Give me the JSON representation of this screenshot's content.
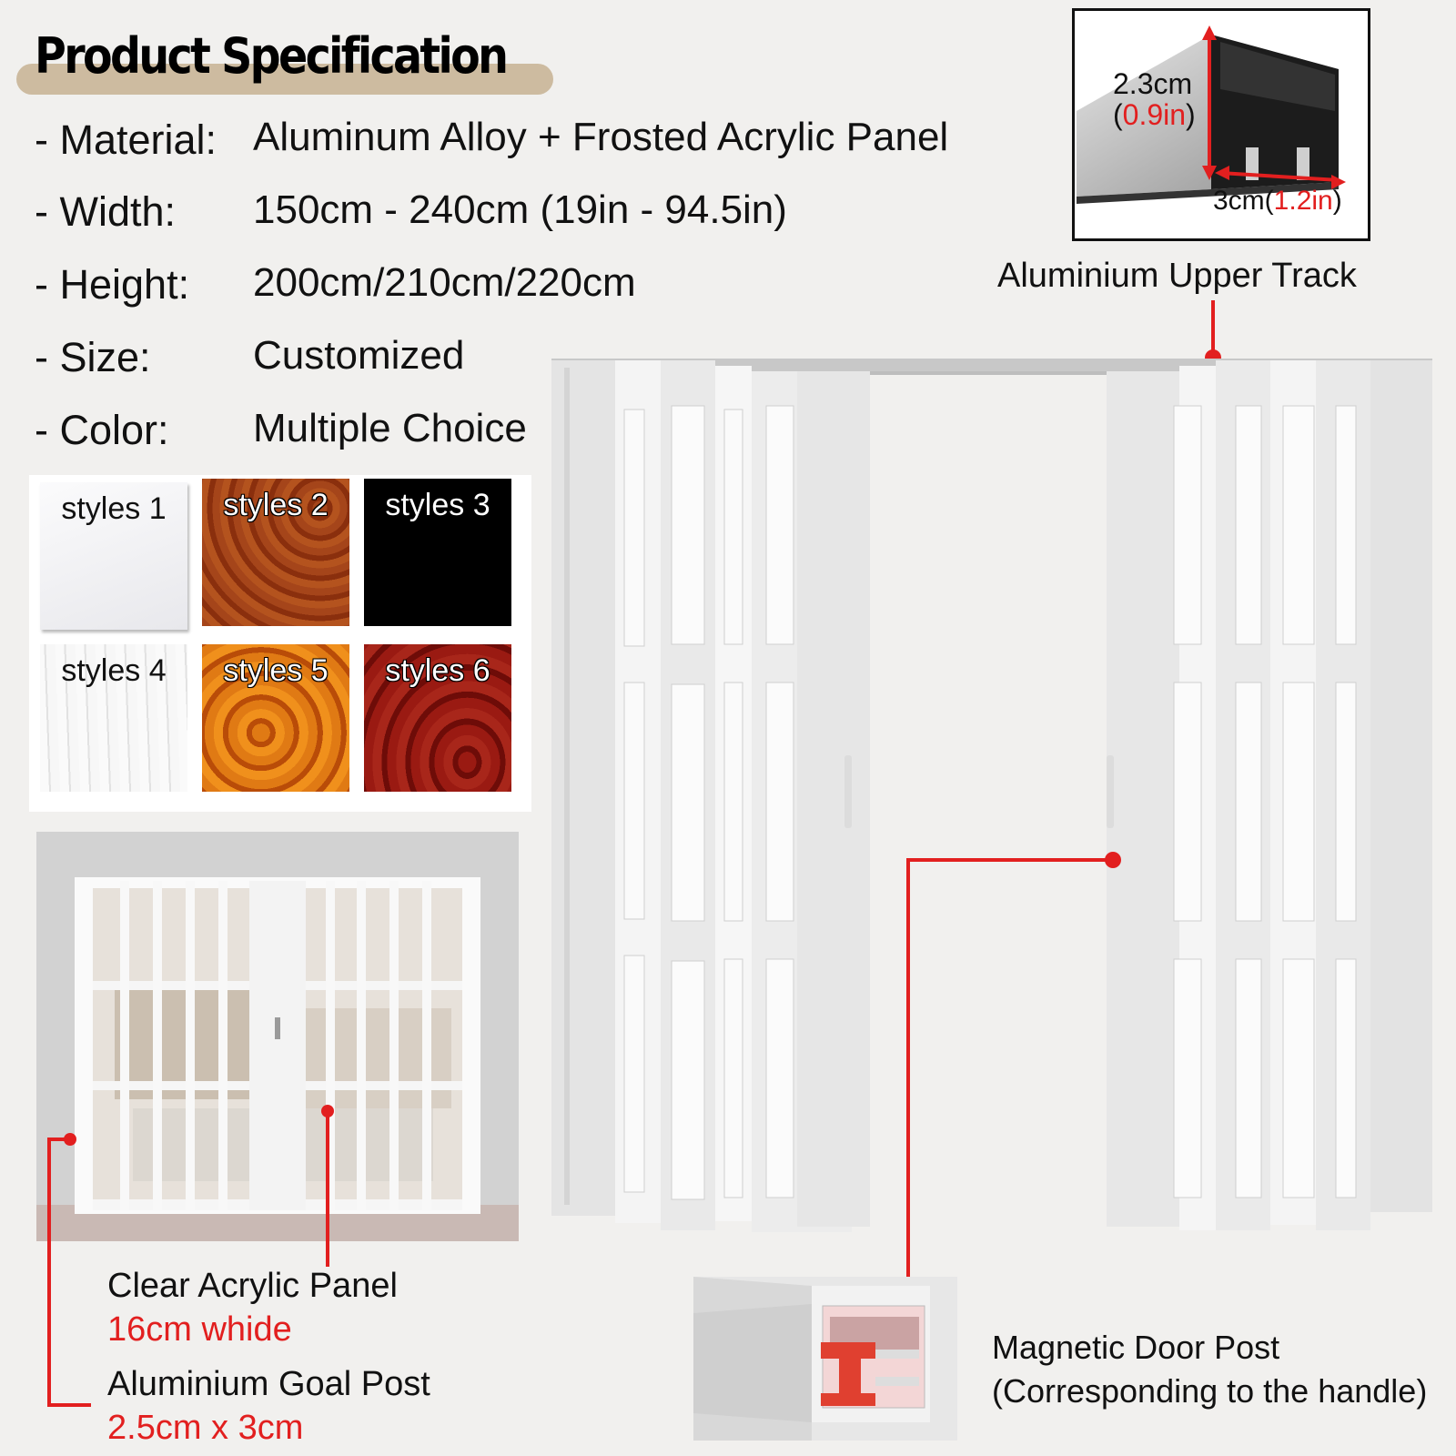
{
  "title": "Product Specification",
  "specs": [
    {
      "key": "- Material:",
      "value": "Aluminum Alloy + Frosted Acrylic Panel"
    },
    {
      "key": "- Width:",
      "value": "150cm - 240cm (19in - 94.5in)"
    },
    {
      "key": "- Height:",
      "value": "200cm/210cm/220cm"
    },
    {
      "key": "- Size:",
      "value": "Customized"
    },
    {
      "key": "- Color:",
      "value": "Multiple Choice"
    }
  ],
  "swatches": [
    {
      "label": "styles 1",
      "color": "#f4f4f6"
    },
    {
      "label": "styles 2",
      "color": "#9c3c12"
    },
    {
      "label": "styles 3",
      "color": "#000000"
    },
    {
      "label": "styles 4",
      "color": "#f6f6f6"
    },
    {
      "label": "styles 5",
      "color": "#d96a10"
    },
    {
      "label": "styles 6",
      "color": "#8e1410"
    }
  ],
  "track": {
    "height_cm": "2.3cm",
    "height_in_open": "(",
    "height_in": "0.9in",
    "height_in_close": ")",
    "width_cm": "3cm(",
    "width_in": "1.2in",
    "width_close": ")",
    "label": "Aluminium Upper Track"
  },
  "panel": {
    "label": "Clear Acrylic Panel",
    "size": "16cm whide"
  },
  "goal_post": {
    "label": "Aluminium Goal Post",
    "size": "2.5cm x  3cm"
  },
  "magnetic": {
    "label": "Magnetic Door Post",
    "sublabel": "(Corresponding to the handle)"
  },
  "colors": {
    "accent_red": "#e21f1f",
    "title_bar": "#cdbba0",
    "background": "#f1f0ee"
  }
}
